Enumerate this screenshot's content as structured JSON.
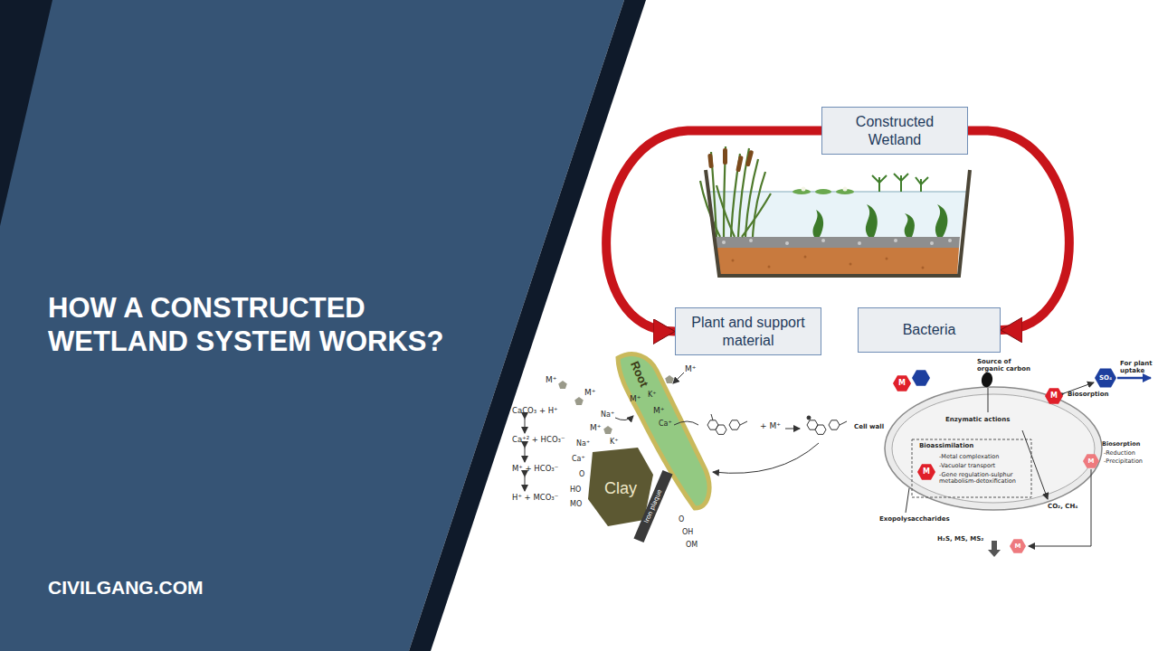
{
  "diagram": {
    "title": "HOW A CONSTRUCTED WETLAND SYSTEM WORKS?",
    "nodes": [
      {
        "text": [
          "Constructed Wetland"
        ]
      },
      {
        "text": [
          "Plant and support material"
        ]
      },
      {
        "text": [
          "Bacteria"
        ]
      }
    ],
    "edges": [
      {
        "from": 0,
        "to": 1,
        "arrow": "to"
      },
      {
        "from": 0,
        "to": 2,
        "arrow": "to"
      }
    ],
    "labels": [
      "CIVILGANG.COM",
      "Root",
      "Clay",
      "Iron plaque",
      "M⁺",
      "M⁺",
      "M⁺",
      "M⁺",
      "K⁺",
      "M⁺",
      "Ca⁺",
      "Na⁺",
      "CaCO₃ + H⁺",
      "Ca⁺² + HCO₃⁻",
      "M⁺ + HCO₃⁻",
      "H⁺ + MCO₃⁻",
      "M⁺",
      "Na⁺",
      "K⁺",
      "Ca⁺",
      "O",
      "HO",
      "MO",
      "O",
      "OH",
      "OM",
      "+ M⁺",
      "Source of organic carbon",
      "For plant uptake",
      "SO₄",
      "Biosorption",
      "Cell wall",
      "Enzymatic actions",
      "Bioassimilation",
      "-Metal complexation",
      "-Vacuolar transport",
      "-Gene regulation-sulphur metabolism-detoxification",
      "Biosorption",
      "-Reduction",
      "-Precipitation",
      "CO₂, CH₄",
      "Exopolysaccharides",
      "H₂S, MS, MS₂",
      "M",
      "M",
      "M",
      "M",
      "M"
    ]
  }
}
